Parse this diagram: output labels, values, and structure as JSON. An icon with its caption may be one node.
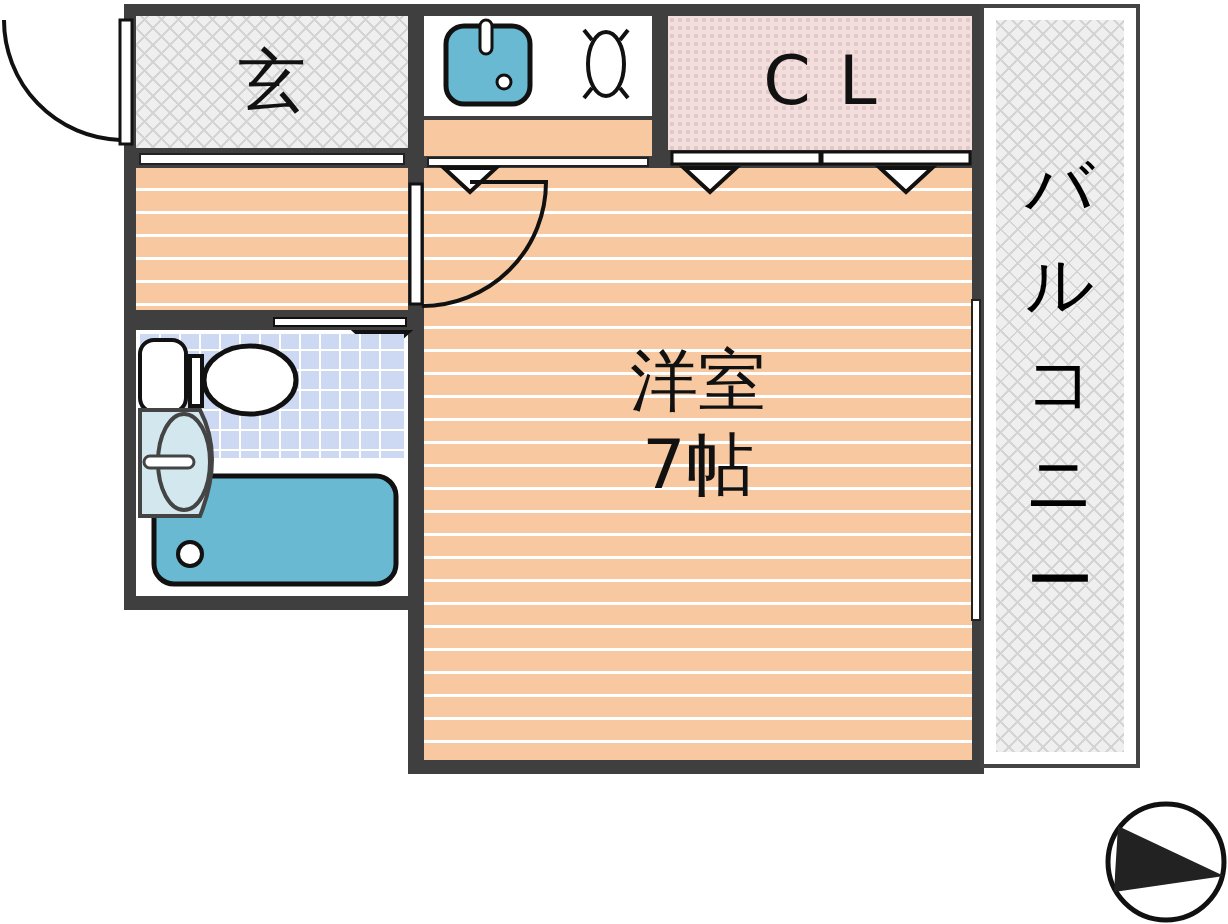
{
  "diagram": {
    "nodes": [
      {
        "text": [
          "玄"
        ]
      },
      {
        "text": [],
        "shape": "box"
      },
      {
        "text": [
          "CL"
        ]
      },
      {
        "text": [],
        "shape": "box"
      },
      {
        "text": [
          "洋室",
          "7帖"
        ]
      },
      {
        "text": [],
        "shape": "box"
      },
      {
        "text": [
          "バルコニー"
        ]
      }
    ]
  }
}
